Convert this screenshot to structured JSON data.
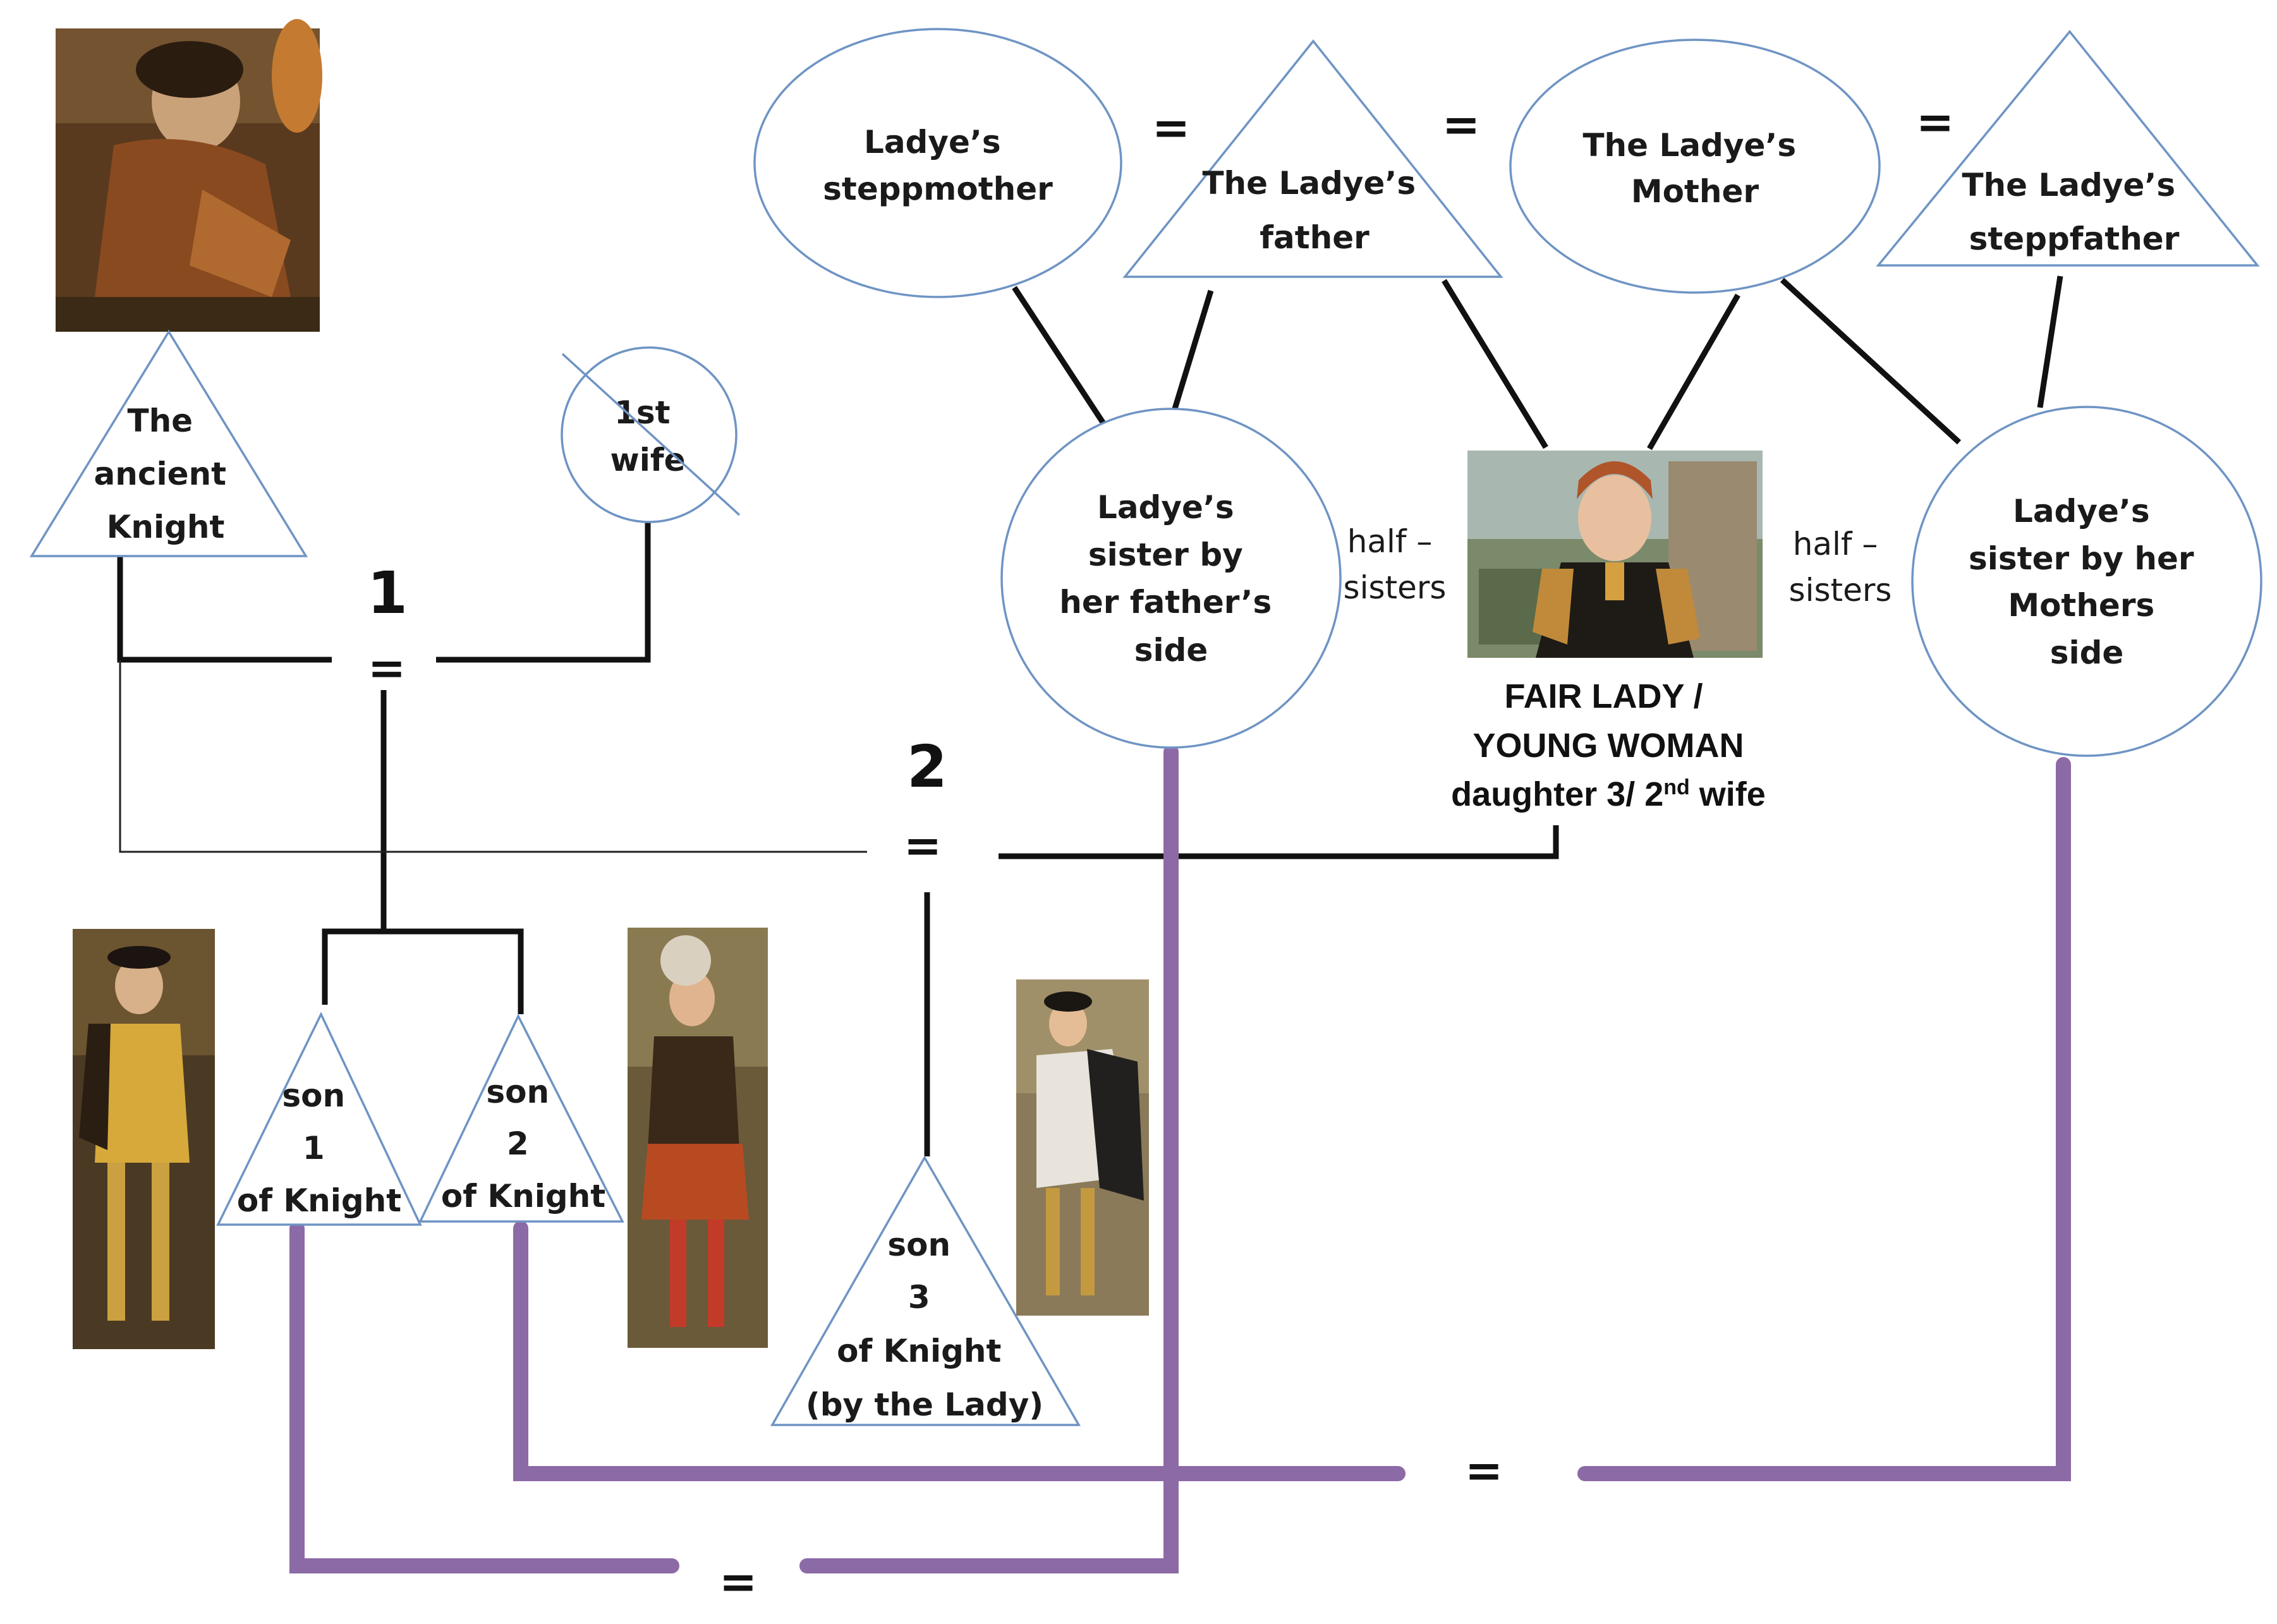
{
  "people": {
    "ancient_knight": "The ancient Knight",
    "first_wife": "1st wife",
    "stepmother": "Ladye's steppmother",
    "father": "The Ladye's father",
    "mother": "The Ladye's Mother",
    "stepfather": "The Ladye's steppfather",
    "sister_father_side": "Ladye's sister by her father's side",
    "sister_mother_side": "Ladye's sister by her Mothers side",
    "son1": "son 1 of Knight",
    "son2": "son 2 of Knight",
    "son3": "son 3 of Knight (by the Lady)"
  },
  "labels": {
    "ancient_knight": [
      "The",
      "ancient",
      "Knight"
    ],
    "first_wife": [
      "1st",
      "wife"
    ],
    "stepmother": [
      "Ladye’s",
      "steppmother"
    ],
    "father": [
      "The Ladye’s",
      "father"
    ],
    "mother": [
      "The Ladye’s",
      "Mother"
    ],
    "stepfather": [
      "The Ladye’s",
      "steppfather"
    ],
    "sister_father_side": [
      "Ladye’s",
      "sister by",
      "her father’s",
      "side"
    ],
    "sister_mother_side": [
      "Ladye’s",
      "sister by her",
      "Mothers",
      "side"
    ],
    "son1": [
      "son",
      "1",
      "of Knight"
    ],
    "son2": [
      "son",
      "2",
      "of Knight"
    ],
    "son3": [
      "son",
      "3",
      "of Knight",
      "(by the Lady)"
    ],
    "fair_lady": {
      "line1": "FAIR LADY /",
      "line2": "YOUNG WOMAN",
      "line3_prefix": "daughter 3/ 2",
      "line3_sup": "nd",
      "line3_suffix": " wife"
    },
    "half_sisters_left": [
      "half –",
      "sisters"
    ],
    "half_sisters_right": [
      "half –",
      "sisters"
    ]
  },
  "marriage_symbols": {
    "equals": "=",
    "first_marriage": "1",
    "second_marriage": "2"
  },
  "colors": {
    "shape_stroke": "#6f94c4",
    "kinship_line": "#111111",
    "union_line": "#8c6aa6",
    "background": "#ffffff"
  }
}
